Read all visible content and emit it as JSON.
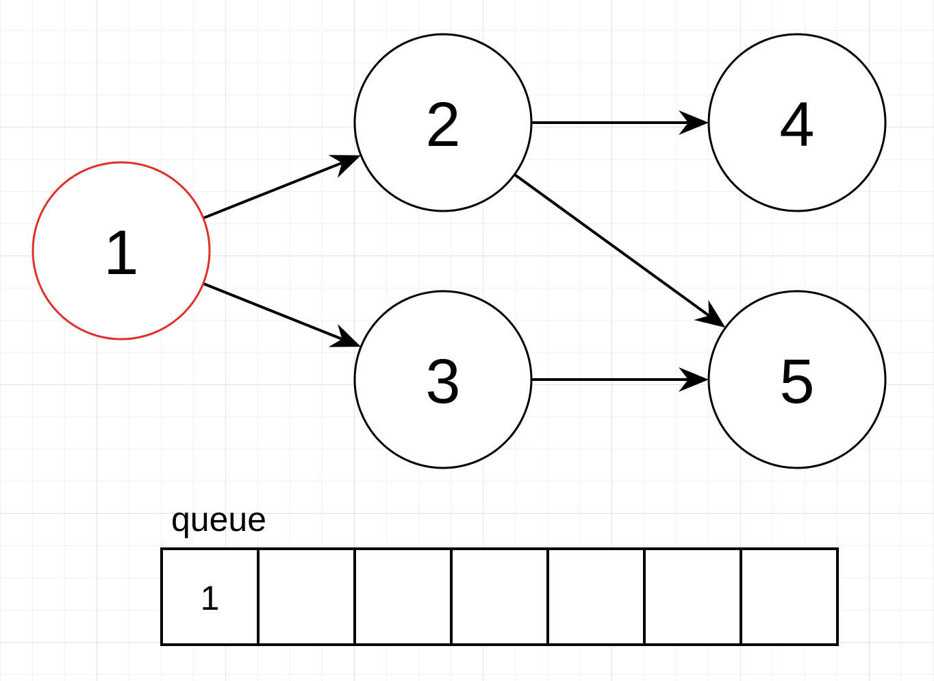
{
  "graph": {
    "nodes": [
      {
        "id": "1",
        "label": "1",
        "highlighted": true
      },
      {
        "id": "2",
        "label": "2",
        "highlighted": false
      },
      {
        "id": "3",
        "label": "3",
        "highlighted": false
      },
      {
        "id": "4",
        "label": "4",
        "highlighted": false
      },
      {
        "id": "5",
        "label": "5",
        "highlighted": false
      }
    ],
    "edges": [
      {
        "from": "1",
        "to": "2"
      },
      {
        "from": "1",
        "to": "3"
      },
      {
        "from": "2",
        "to": "4"
      },
      {
        "from": "2",
        "to": "5"
      },
      {
        "from": "3",
        "to": "5"
      }
    ]
  },
  "queue": {
    "title": "queue",
    "cells": [
      "1",
      "",
      "",
      "",
      "",
      "",
      ""
    ]
  },
  "colors": {
    "highlight": "#e0302a",
    "stroke": "#000000",
    "grid": "#e3e3e3"
  }
}
